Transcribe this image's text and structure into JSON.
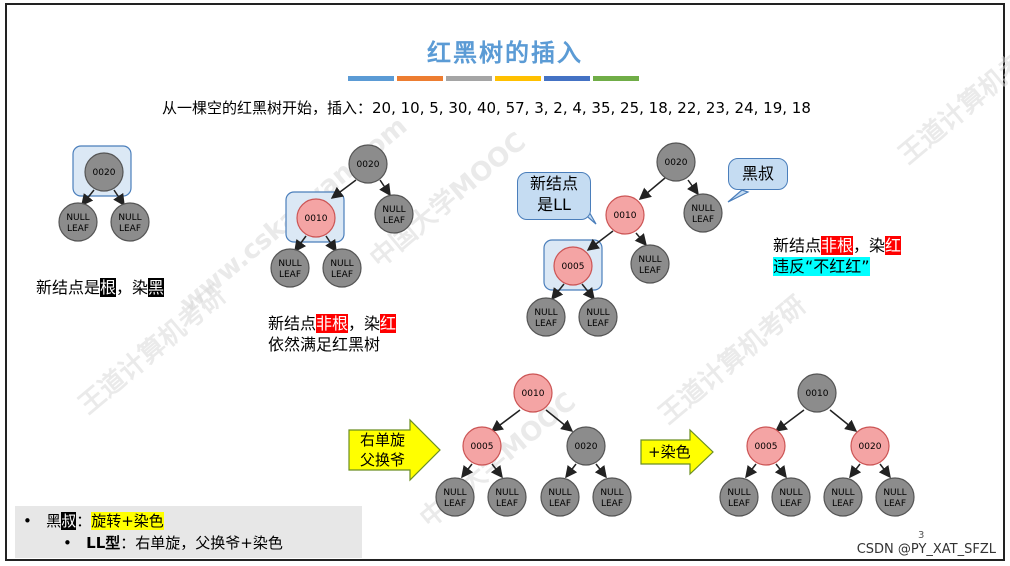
{
  "slide": {
    "title": "红黑树的插入",
    "sequence": "从一棵空的红黑树开始，插入：20, 10, 5, 30, 40, 57, 3, 2, 4, 35, 25, 18, 22, 23, 24, 19, 18",
    "title_bar_colors": [
      "#5b9bd5",
      "#ed7d31",
      "#a5a5a5",
      "#ffc000",
      "#4472c4",
      "#70ad47"
    ]
  },
  "nodes": {
    "k0020": "0020",
    "k0010": "0010",
    "k0005": "0005",
    "null_line1": "NULL",
    "null_line2": "LEAF"
  },
  "colors": {
    "black_node": "#8c8c8c",
    "red_node": "#f4a4a4",
    "highlight_box": "#dbe8f5"
  },
  "notes": {
    "step1": {
      "p1": "新结点是",
      "h1": "根",
      "p2": "，染",
      "h2": "黑"
    },
    "step2": {
      "p1": "新结点",
      "h1": "非根",
      "p2": "，染",
      "h2": "红",
      "line2": "依然满足红黑树"
    },
    "step3": {
      "p1": "新结点",
      "h1": "非根",
      "p2": "，染",
      "h2": "红",
      "line2": "违反“不红红”"
    }
  },
  "callouts": {
    "new_node_ll": "新结点\n是LL",
    "black_uncle": "黑叔"
  },
  "arrows": {
    "rotate": "右单旋\n父换爷",
    "recolor": "+染色"
  },
  "legend": {
    "l1_prefix": "黑",
    "l1_hl": "叔",
    "l1_colon": "：",
    "l1_action": "旋转+染色",
    "l2_bold": "LL型",
    "l2_rest": "：右单旋，父换爷+染色",
    "bullet1": "•",
    "bullet2": "•"
  },
  "footer": {
    "credit": "CSDN @PY_XAT_SFZL",
    "page": "3"
  },
  "watermarks": [
    "王道计算机考研",
    "中国大学MOOC",
    "www.cskaoyan.com"
  ]
}
